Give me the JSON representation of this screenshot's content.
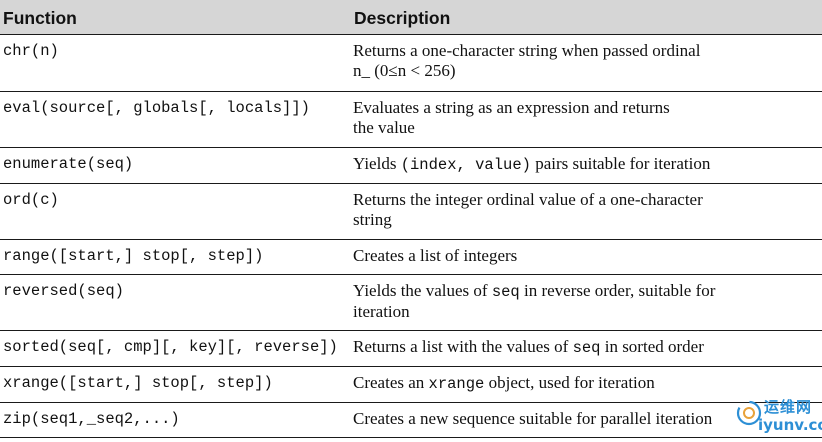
{
  "table": {
    "headers": {
      "function": "Function",
      "description": "Description"
    },
    "rows": [
      {
        "function": "chr(n)",
        "description": "Returns a one-character string when passed ordinal\nn_ (0≤n < 256)"
      },
      {
        "function": "eval(source[, globals[, locals]])",
        "description": "Evaluates a string as an expression and returns\nthe value"
      },
      {
        "function": "enumerate(seq)",
        "desc_pre": "Yields ",
        "desc_code": "(index, value)",
        "desc_post": " pairs suitable for iteration"
      },
      {
        "function": "ord(c)",
        "description": "Returns the integer ordinal value of a one-character\nstring"
      },
      {
        "function": "range([start,] stop[, step])",
        "description": "Creates a list of integers"
      },
      {
        "function": "reversed(seq)",
        "desc_pre": "Yields the values of ",
        "desc_code": "seq",
        "desc_post": " in reverse order, suitable for\niteration"
      },
      {
        "function": "sorted(seq[, cmp][, key][, reverse])",
        "desc_pre": "Returns a list with the values of ",
        "desc_code": "seq",
        "desc_post": " in sorted order"
      },
      {
        "function": "xrange([start,] stop[, step])",
        "desc_pre": "Creates an ",
        "desc_code": "xrange",
        "desc_post": " object, used for iteration"
      },
      {
        "function": "zip(seq1,_seq2,...)",
        "description": "Creates a new sequence suitable for parallel iteration"
      }
    ]
  },
  "watermark": {
    "cn": "运维网",
    "en": "iyunv.com",
    "color": "#2d8fd5"
  }
}
